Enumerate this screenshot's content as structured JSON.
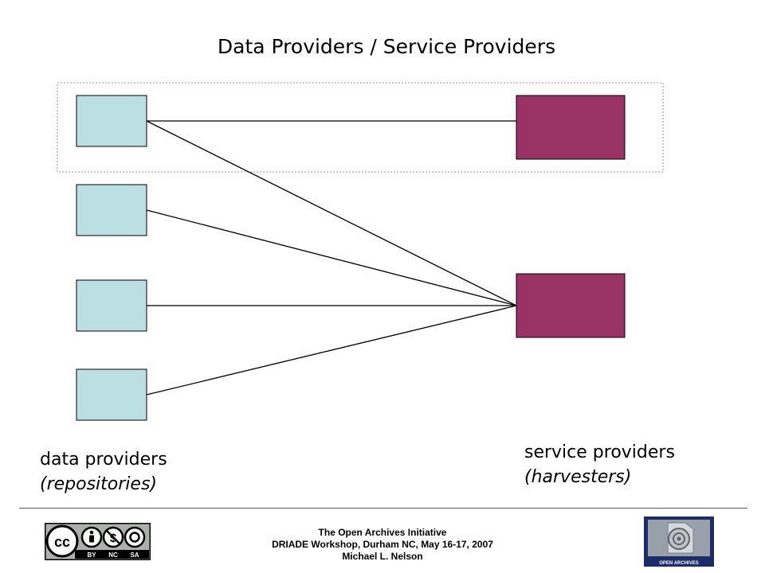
{
  "title": "Data Providers / Service Providers",
  "colors": {
    "data_provider_fill": "#bbdfe3",
    "service_provider_fill": "#993366",
    "outline": "#000000"
  },
  "labels": {
    "data_providers": {
      "line1": "data providers",
      "line2": "(repositories)"
    },
    "service_providers": {
      "line1": "service providers",
      "line2": "(harvesters)"
    }
  },
  "footer": {
    "line1": "The Open Archives Initiative",
    "line2": "DRIADE Workshop, Durham NC, May 16-17, 2007",
    "line3": "Michael L. Nelson"
  },
  "license_badge": {
    "terms": [
      "BY",
      "NC",
      "SA"
    ]
  },
  "logo": {
    "text": "OPEN ARCHIVES"
  }
}
